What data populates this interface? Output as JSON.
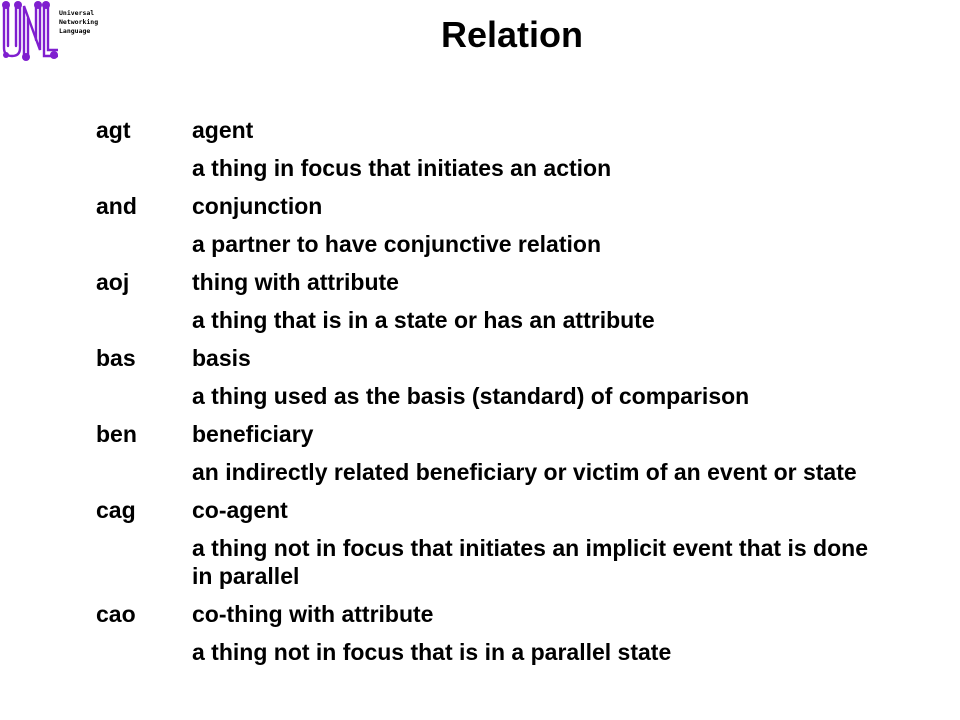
{
  "logo": {
    "name": "Universal Networking Language",
    "lines": [
      "Universal",
      "Networking",
      "Language"
    ],
    "color": "#7f1fcf"
  },
  "title": "Relation",
  "relations": [
    {
      "abbr": "agt",
      "term": "agent",
      "desc": "a thing in focus that initiates an action"
    },
    {
      "abbr": "and",
      "term": "conjunction",
      "desc": "a partner to have conjunctive relation"
    },
    {
      "abbr": "aoj",
      "term": "thing with attribute",
      "desc": "a thing that is in a state or has an attribute"
    },
    {
      "abbr": "bas",
      "term": "basis",
      "desc": "a thing used as the basis (standard) of comparison"
    },
    {
      "abbr": "ben",
      "term": "beneficiary",
      "desc": "an indirectly related beneficiary or victim of an event or state"
    },
    {
      "abbr": "cag",
      "term": "co-agent",
      "desc": "a thing not in focus that initiates an implicit event that is done in parallel"
    },
    {
      "abbr": "cao",
      "term": "co-thing with attribute",
      "desc": "a thing not in focus that is in a parallel state"
    }
  ]
}
